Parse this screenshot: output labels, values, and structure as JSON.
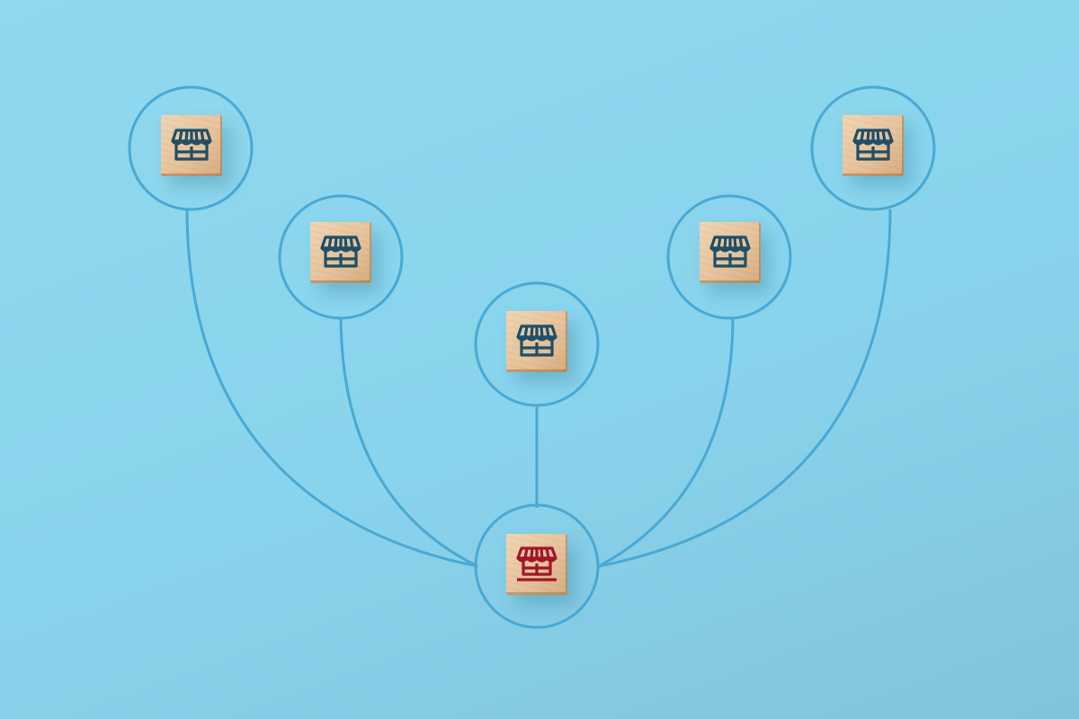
{
  "scene": {
    "background_color": "#8dd6ee",
    "line_color": "#49a9d3"
  },
  "nodes": [
    {
      "id": "far-left",
      "icon": "storefront-icon",
      "icon_color": "#1f4f68"
    },
    {
      "id": "mid-left",
      "icon": "storefront-icon",
      "icon_color": "#1f4f68"
    },
    {
      "id": "center",
      "icon": "storefront-icon",
      "icon_color": "#1f4f68"
    },
    {
      "id": "mid-right",
      "icon": "storefront-icon",
      "icon_color": "#1f4f68"
    },
    {
      "id": "far-right",
      "icon": "storefront-icon",
      "icon_color": "#1f4f68"
    },
    {
      "id": "hub",
      "icon": "storefront-icon",
      "icon_color": "#a3152a"
    }
  ]
}
